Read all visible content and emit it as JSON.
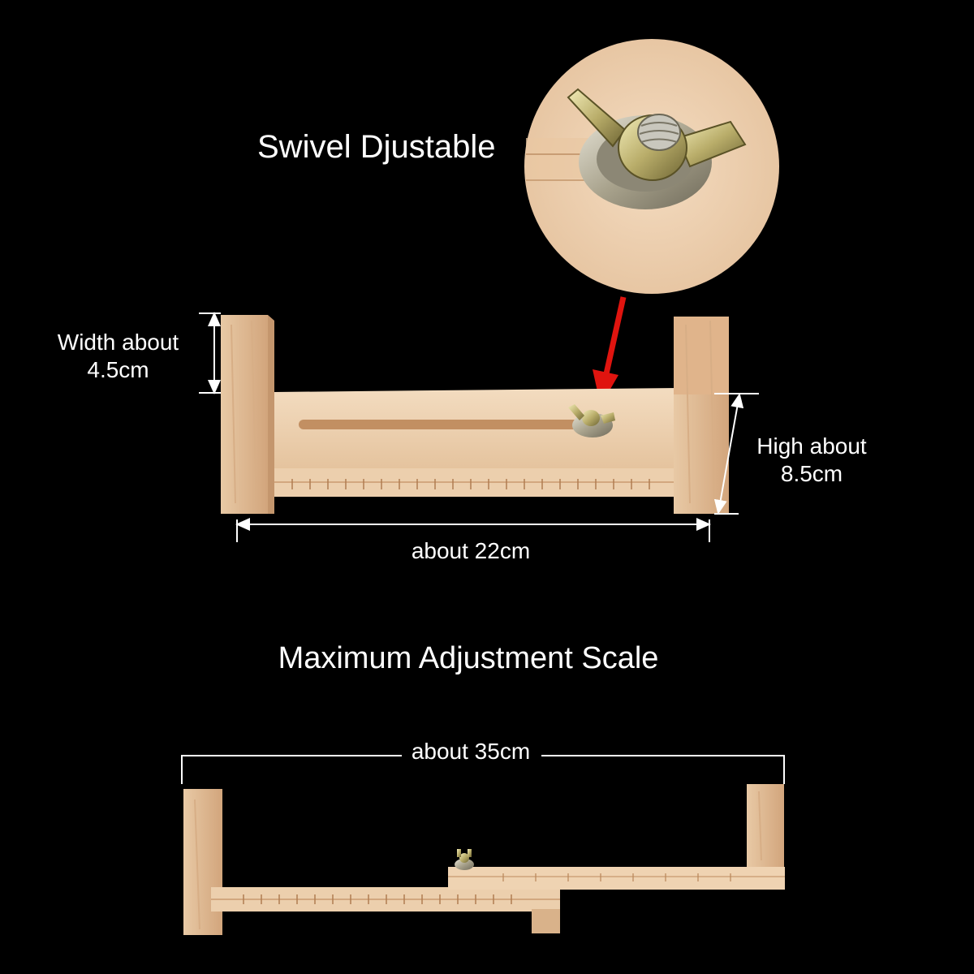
{
  "labels": {
    "feature_title": "Swivel Djustable",
    "width_line1": "Width about",
    "width_line2": "4.5cm",
    "height_line1": "High about",
    "height_line2": "8.5cm",
    "length_compact": "about 22cm",
    "section_title": "Maximum Adjustment Scale",
    "length_extended": "about 35cm"
  },
  "colors": {
    "background": "#000000",
    "text": "#ffffff",
    "wood_light": "#f1d7b8",
    "wood_mid": "#e3bf98",
    "wood_dark": "#c99a70",
    "arrow": "#e0140f",
    "metal": "#b9b39f"
  }
}
